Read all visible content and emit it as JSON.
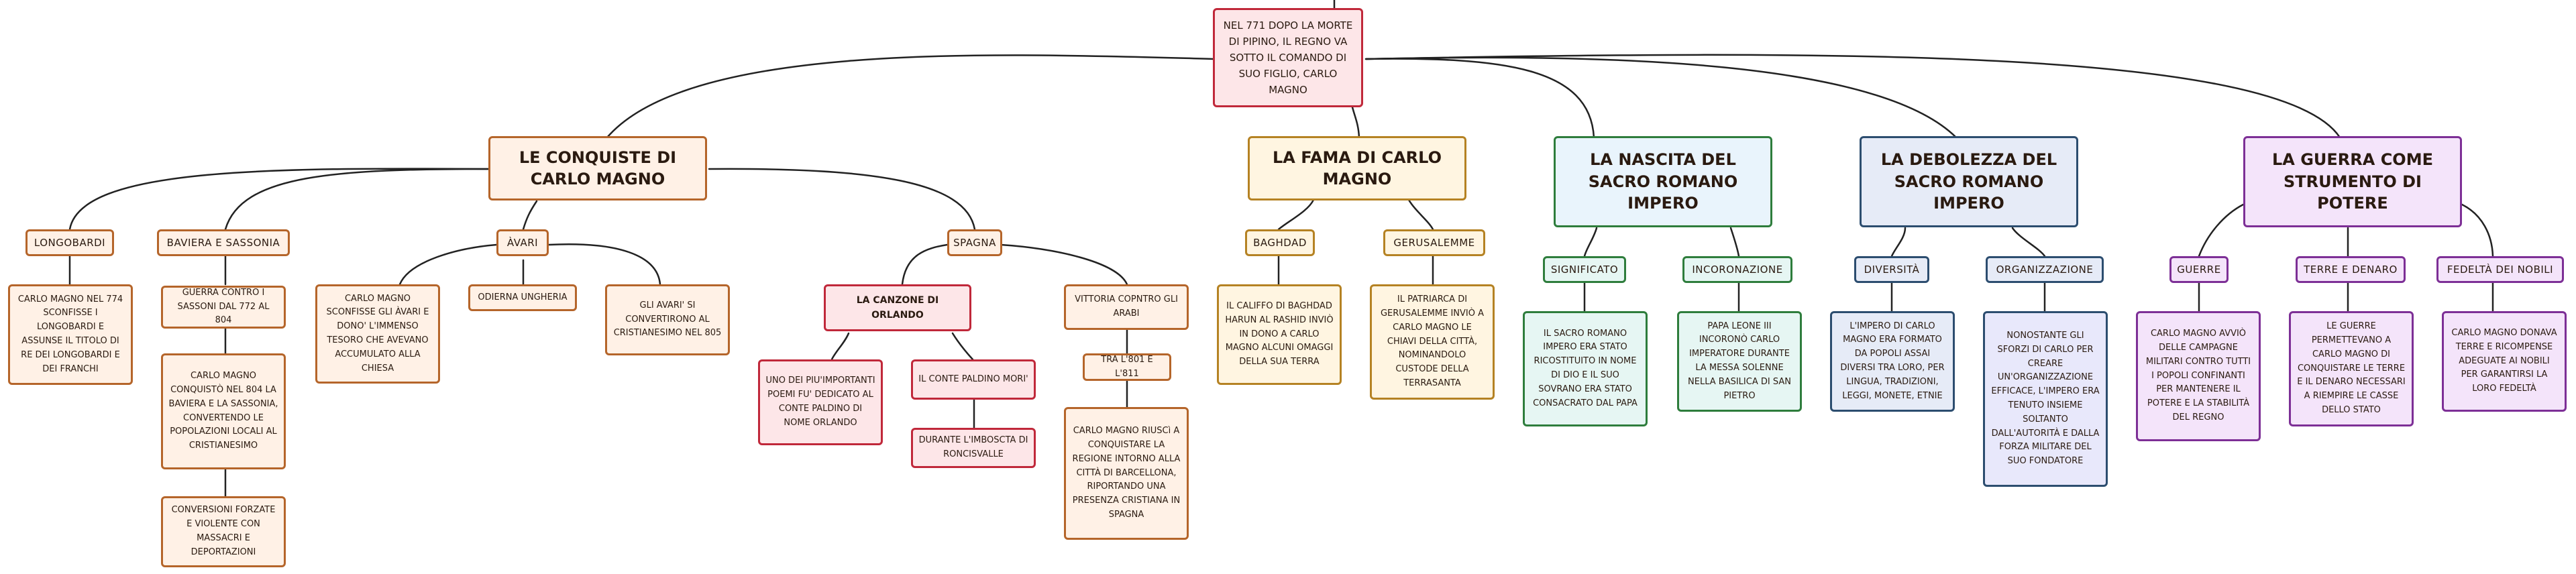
{
  "root": {
    "text": "NEL 771 DOPO LA MORTE DI PIPINO, IL REGNO VA SOTTO IL COMANDO DI SUO FIGLIO, CARLO MAGNO",
    "color": "#c0283a"
  },
  "topics": {
    "conquiste": {
      "title": "LE CONQUISTE DI CARLO MAGNO",
      "longobardi": {
        "label": "LONGOBARDI",
        "detail": "CARLO MAGNO NEL 774 SCONFISSE I LONGOBARDI E ASSUNSE IL TITOLO DI RE DEI LONGOBARDI E DEI FRANCHI"
      },
      "baviera": {
        "label": "BAVIERA E SASSONIA",
        "d1": "GUERRA CONTRO I SASSONI DAL 772 AL 804",
        "d2": "CARLO MAGNO CONQUISTÒ NEL 804 LA BAVIERA E LA SASSONIA, CONVERTENDO LE POPOLAZIONI LOCALI AL CRISTIANESIMO",
        "d3": "CONVERSIONI FORZATE E VIOLENTE CON MASSACRI E DEPORTAZIONI"
      },
      "avari": {
        "label": "ÀVARI",
        "d1": "CARLO MAGNO SCONFISSE GLI ÀVARI E DONO' L'IMMENSO TESORO CHE AVEVANO ACCUMULATO ALLA CHIESA",
        "d2": "ODIERNA UNGHERIA",
        "d3": "GLI AVARI' SI CONVERTIRONO AL CRISTIANESIMO NEL 805"
      },
      "spagna": {
        "label": "SPAGNA",
        "canzone": "LA CANZONE DI ORLANDO",
        "canzone_d1": "UNO DEI PIU'IMPORTANTI POEMI FU' DEDICATO AL CONTE PALDINO DI NOME ORLANDO",
        "canzone_d2": "IL CONTE PALDINO MORI'",
        "canzone_d3": "DURANTE L'IMBOSCTA DI RONCISVALLE",
        "vittoria": "VITTORIA COPNTRO GLI ARABI",
        "vittoria_d1": "TRA L'801 E L'811",
        "vittoria_d2": "CARLO MAGNO RIUSCì A CONQUISTARE LA REGIONE INTORNO ALLA CITTÀ DI BARCELLONA, RIPORTANDO UNA PRESENZA CRISTIANA IN SPAGNA"
      }
    },
    "fama": {
      "title": "LA FAMA DI CARLO MAGNO",
      "baghdad": "BAGHDAD",
      "baghdad_d": "IL CALIFFO DI BAGHDAD HARUN AL RASHID INVIÒ IN DONO A CARLO MAGNO ALCUNI OMAGGI DELLA SUA TERRA",
      "gerusalemme": "GERUSALEMME",
      "gerusalemme_d": "IL PATRIARCA DI GERUSALEMME INVIÒ A CARLO MAGNO LE CHIAVI DELLA CITTÀ, NOMINANDOLO CUSTODE DELLA TERRASANTA"
    },
    "nascita": {
      "title": "LA NASCITA DEL SACRO ROMANO IMPERO",
      "significato": "SIGNIFICATO",
      "significato_d": "IL SACRO ROMANO IMPERO ERA STATO RICOSTITUITO IN NOME DI DIO E IL SUO SOVRANO ERA STATO CONSACRATO DAL PAPA",
      "incoronazione": "INCORONAZIONE",
      "incoronazione_d": "PAPA LEONE III INCORONÒ CARLO IMPERATORE DURANTE LA MESSA SOLENNE NELLA BASILICA DI SAN PIETRO"
    },
    "debolezza": {
      "title": "LA DEBOLEZZA DEL SACRO ROMANO IMPERO",
      "diversita": "DIVERSITÀ",
      "diversita_d": "L'IMPERO DI CARLO MAGNO ERA FORMATO DA POPOLI ASSAI DIVERSI TRA LORO, PER LINGUA, TRADIZIONI, LEGGI, MONETE, ETNIE",
      "organizzazione": "ORGANIZZAZIONE",
      "organizzazione_d": "NONOSTANTE GLI SFORZI DI CARLO PER CREARE UN'ORGANIZZAZIONE EFFICACE, L'IMPERO ERA TENUTO INSIEME SOLTANTO DALL'AUTORITÀ E DALLA FORZA MILITARE DEL SUO FONDATORE"
    },
    "guerra": {
      "title": "LA GUERRA COME STRUMENTO DI POTERE",
      "guerre": "GUERRE",
      "guerre_d": "CARLO MAGNO AVVIÒ DELLE CAMPAGNE MILITARI CONTRO TUTTI I POPOLI CONFINANTI PER MANTENERE IL POTERE E LA STABILITÀ DEL REGNO",
      "terre": "TERRE E DENARO",
      "terre_d": "LE GUERRE PERMETTEVANO A CARLO MAGNO DI CONQUISTARE LE TERRE E IL DENARO NECESSARI A RIEMPIRE LE CASSE DELLO STATO",
      "fedelta": "FEDELTÀ DEI NOBILI",
      "fedelta_d": "CARLO MAGNO DONAVA TERRE E RICOMPENSE ADEGUATE AI NOBILI PER GARANTIRSI LA LORO FEDELTÀ"
    }
  }
}
